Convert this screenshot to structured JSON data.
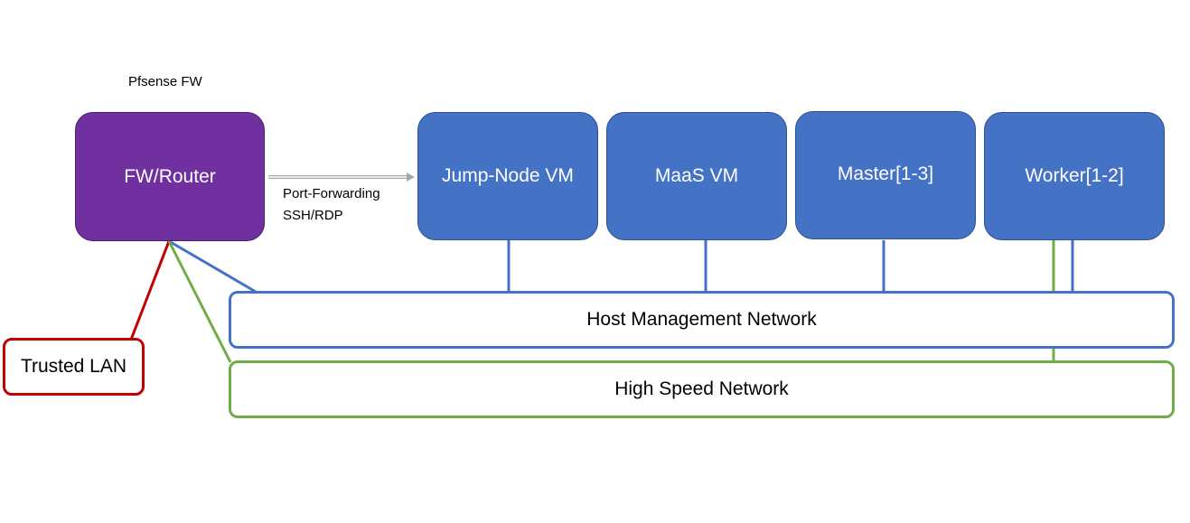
{
  "title": "Pfsense FW",
  "router": {
    "label": "FW/Router"
  },
  "port_forwarding": {
    "line1": "Port-Forwarding",
    "line2": "SSH/RDP"
  },
  "nodes": [
    {
      "label": "Jump-Node VM"
    },
    {
      "label": "MaaS VM"
    },
    {
      "label": "Master[1-3]"
    },
    {
      "label": "Worker[1-2]"
    }
  ],
  "networks": {
    "host_management": "Host Management Network",
    "high_speed": "High Speed Network",
    "trusted_lan": "Trusted LAN"
  },
  "colors": {
    "node_blue": "#4472c4",
    "router_purple": "#7030a0",
    "management_line": "#4472c4",
    "high_speed_line": "#70ad47",
    "trusted_lan_line": "#c00000",
    "arrow_gray": "#a6a6a6"
  }
}
